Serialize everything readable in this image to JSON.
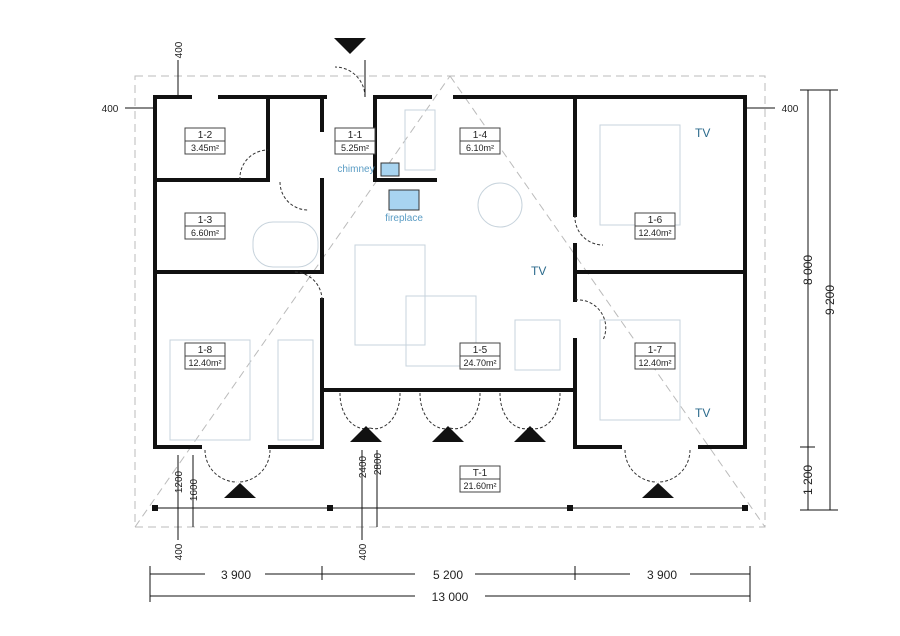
{
  "rooms": [
    {
      "id": "1-1",
      "area": "5.25m²"
    },
    {
      "id": "1-2",
      "area": "3.45m²"
    },
    {
      "id": "1-3",
      "area": "6.60m²"
    },
    {
      "id": "1-4",
      "area": "6.10m²"
    },
    {
      "id": "1-5",
      "area": "24.70m²"
    },
    {
      "id": "1-6",
      "area": "12.40m²"
    },
    {
      "id": "1-7",
      "area": "12.40m²"
    },
    {
      "id": "1-8",
      "area": "12.40m²"
    },
    {
      "id": "T-1",
      "area": "21.60m²"
    }
  ],
  "annotations": {
    "chimney": "chimney",
    "fireplace": "fireplace",
    "tv": "TV"
  },
  "dimensions": {
    "bottom_segments": [
      "3 900",
      "5 200",
      "3 900"
    ],
    "bottom_total": "13 000",
    "right_house": "8 000",
    "right_total": "9 200",
    "right_terrace": "1 200",
    "offset": "400",
    "terrace_1200": "1200",
    "terrace_1600": "1600",
    "terrace_2400": "2400",
    "terrace_2800": "2800"
  },
  "colors": {
    "fixture_fill": "#a8d4f0",
    "tv_text": "#2b6a8c",
    "wall": "#111111"
  }
}
